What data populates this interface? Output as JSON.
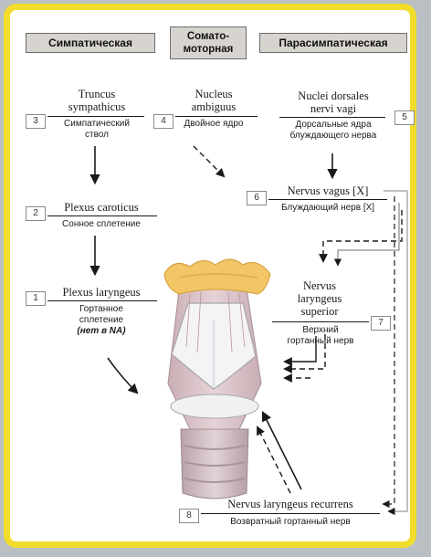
{
  "headers": {
    "sympathetic": "Симпатическая",
    "somatomotor": [
      "Сомато-",
      "моторная"
    ],
    "parasympathetic": "Парасимпатическая"
  },
  "labels": [
    {
      "num": "3",
      "latin": [
        "Truncus",
        "sympathicus"
      ],
      "russian": [
        "Симпатический",
        "ствол"
      ]
    },
    {
      "num": "4",
      "latin": [
        "Nucleus",
        "ambiguus"
      ],
      "russian": [
        "Двойное ядро"
      ]
    },
    {
      "num": "5",
      "latin": [
        "Nuclei dorsales",
        "nervi vagi"
      ],
      "russian": [
        "Дорсальные ядра",
        "блуждающего нерва"
      ]
    },
    {
      "num": "2",
      "latin": [
        "Plexus caroticus"
      ],
      "russian": [
        "Сонное сплетение"
      ]
    },
    {
      "num": "6",
      "latin": [
        "Nervus vagus [X]"
      ],
      "russian": [
        "Блуждающий нерв [X]"
      ]
    },
    {
      "num": "1",
      "latin": [
        "Plexus laryngeus"
      ],
      "russian": [
        "Гортанное",
        "сплетение"
      ],
      "note": "(нет в NA)"
    },
    {
      "num": "7",
      "latin": [
        "Nervus",
        "laryngeus",
        "superior"
      ],
      "russian": [
        "Верхний",
        "гортанный нерв"
      ]
    },
    {
      "num": "8",
      "latin": [
        "Nervus laryngeus recurrens"
      ],
      "russian": [
        "Возвратный гортанный нерв"
      ]
    }
  ]
}
